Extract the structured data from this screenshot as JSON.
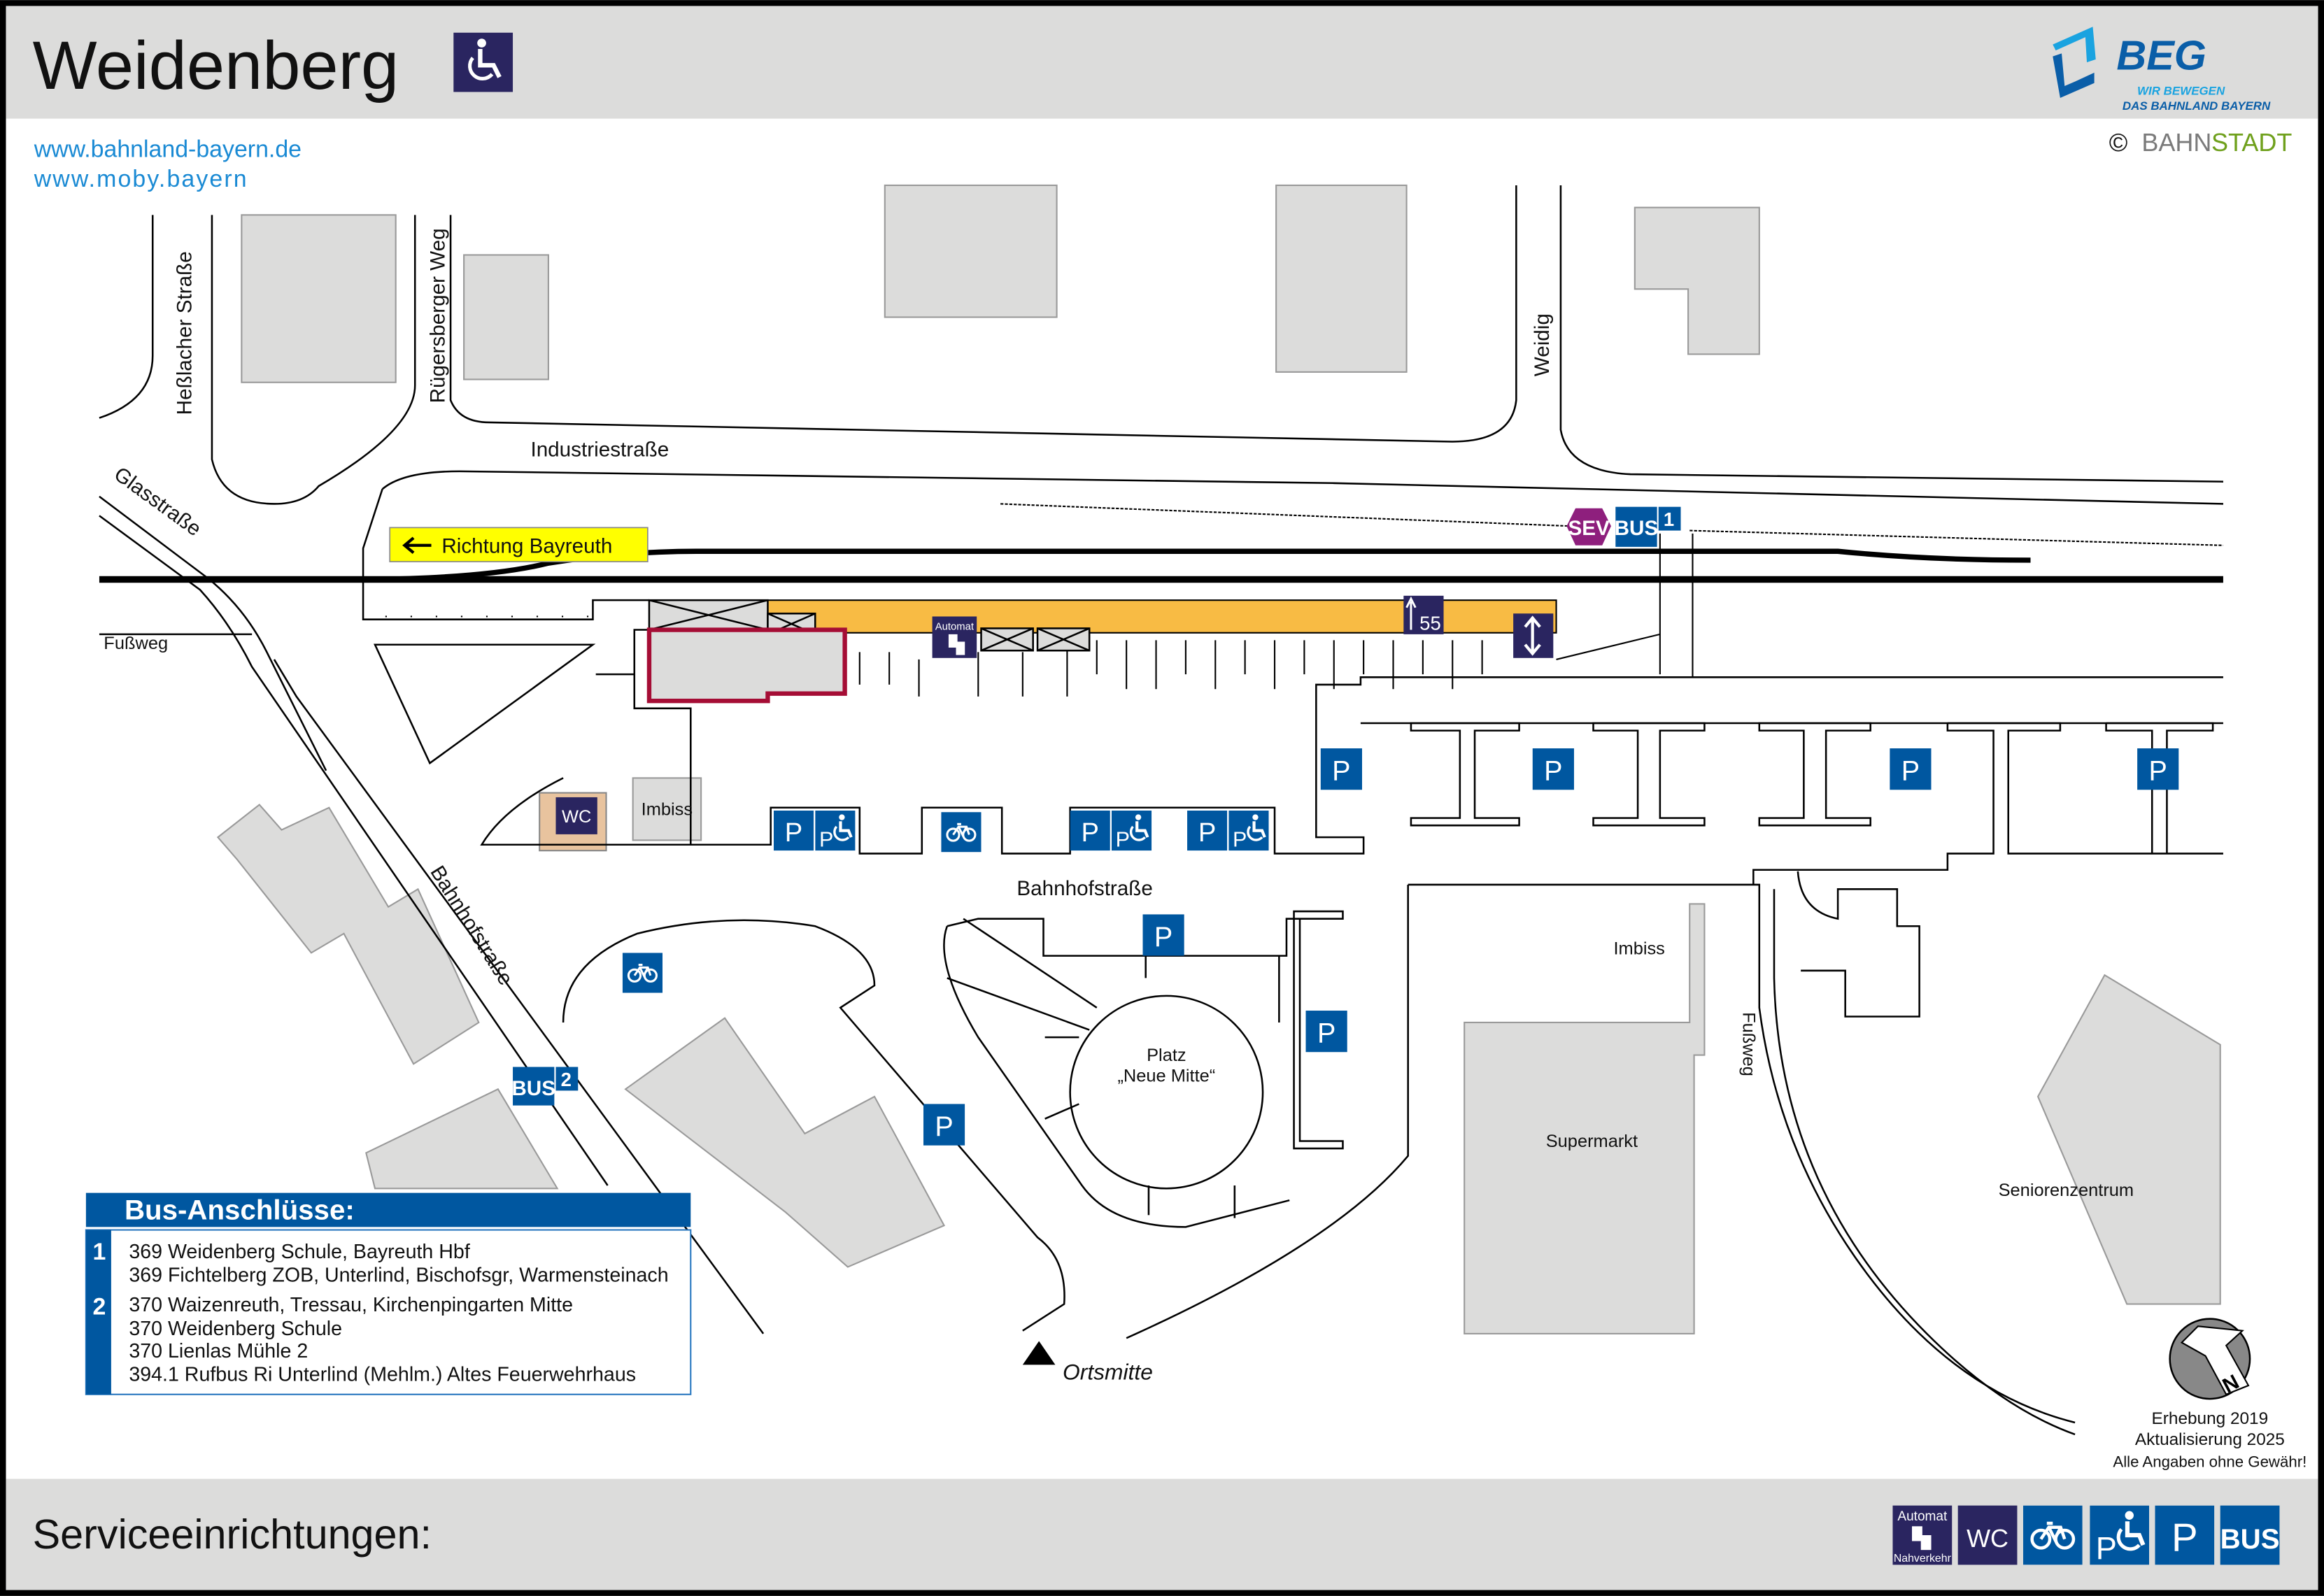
{
  "header": {
    "title": "Weidenberg",
    "accessibility_icon": "wheelchair-icon",
    "links": [
      "www.bahnland-bayern.de",
      "www.moby.bayern"
    ],
    "logo": {
      "name": "BEG",
      "tagline_1": "WIR BEWEGEN",
      "tagline_2": "DAS BAHNLAND BAYERN"
    },
    "copyright": {
      "symbol": "©",
      "part1": "BAHN",
      "part2": "STADT"
    }
  },
  "map": {
    "streets": {
      "hesslacher": "Heßlacher Straße",
      "ruegersberger": "Rügersberger Weg",
      "industrie": "Industriestraße",
      "glas": "Glasstraße",
      "weidig": "Weidig",
      "fussweg_left": "Fußweg",
      "bahnhof_diag": "Bahnhofstraße",
      "bahnhof": "Bahnhofstraße",
      "fussweg_right": "Fußweg"
    },
    "direction_sign": "Richtung Bayreuth",
    "places": {
      "platz_1": "Platz",
      "platz_2": "„Neue Mitte“",
      "imbiss_left": "Imbiss",
      "imbiss_right": "Imbiss",
      "supermarkt": "Supermarkt",
      "seniorenzentrum": "Seniorenzentrum",
      "ortsmitte": "Ortsmitte",
      "wc": "WC"
    },
    "platform_sign": {
      "number": "55"
    },
    "ticket_machine_label": "Automat",
    "sev_label": "SEV",
    "bus_label": "BUS",
    "bus_stop_1": "1",
    "bus_stop_2": "2"
  },
  "bus_connections": {
    "title": "Bus-Anschlüsse:",
    "stops": [
      {
        "number": "1",
        "lines": [
          "369 Weidenberg Schule, Bayreuth Hbf",
          "369 Fichtelberg ZOB, Unterlind, Bischofsgr, Warmensteinach"
        ]
      },
      {
        "number": "2",
        "lines": [
          "370 Waizenreuth, Tressau, Kirchenpingarten Mitte",
          "370 Weidenberg Schule",
          "370 Lienlas Mühle 2",
          "394.1 Rufbus Ri Unterlind (Mehlm.) Altes Feuerwehrhaus"
        ]
      }
    ]
  },
  "credits": {
    "survey": "Erhebung 2019",
    "update": "Aktualisierung 2025",
    "disclaimer": "Alle Angaben ohne Gewähr!",
    "compass_letter": "N"
  },
  "footer": {
    "title": "Serviceeinrichtungen:",
    "legend": {
      "automat_top": "Automat",
      "automat_bottom": "Nahverkehr",
      "wc": "WC",
      "bus": "BUS"
    }
  },
  "colors": {
    "header_bg": "#dcdcdb",
    "sign_blue": "#0057a0",
    "sign_navy": "#2a2560",
    "platform": "#f8bb44",
    "station_outline": "#a50d35",
    "sev": "#8e1f7d",
    "link_blue": "#1a8ad4"
  }
}
